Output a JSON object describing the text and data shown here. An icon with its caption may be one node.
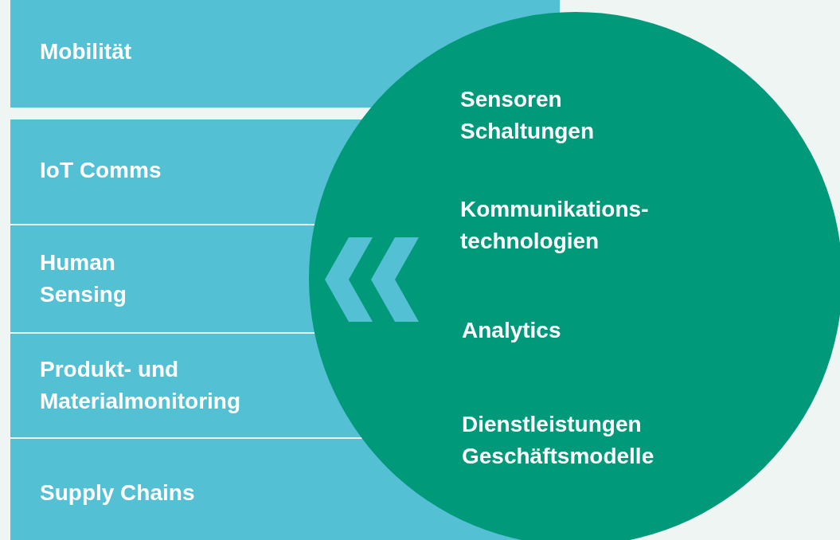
{
  "diagram": {
    "nodes": [
      {
        "text": [
          "Mobilität"
        ]
      },
      {
        "text": [
          "IoT Comms"
        ]
      },
      {
        "text": [
          "Human Sensing"
        ]
      },
      {
        "text": [
          "Produkt- und Materialmonitoring"
        ]
      },
      {
        "text": [
          "Supply Chains"
        ]
      },
      {
        "text": [
          "Sensoren Schaltungen",
          "Kommunikations- technologien",
          "Analytics",
          "Dienstleistungen Geschäftsmodelle"
        ]
      }
    ]
  }
}
